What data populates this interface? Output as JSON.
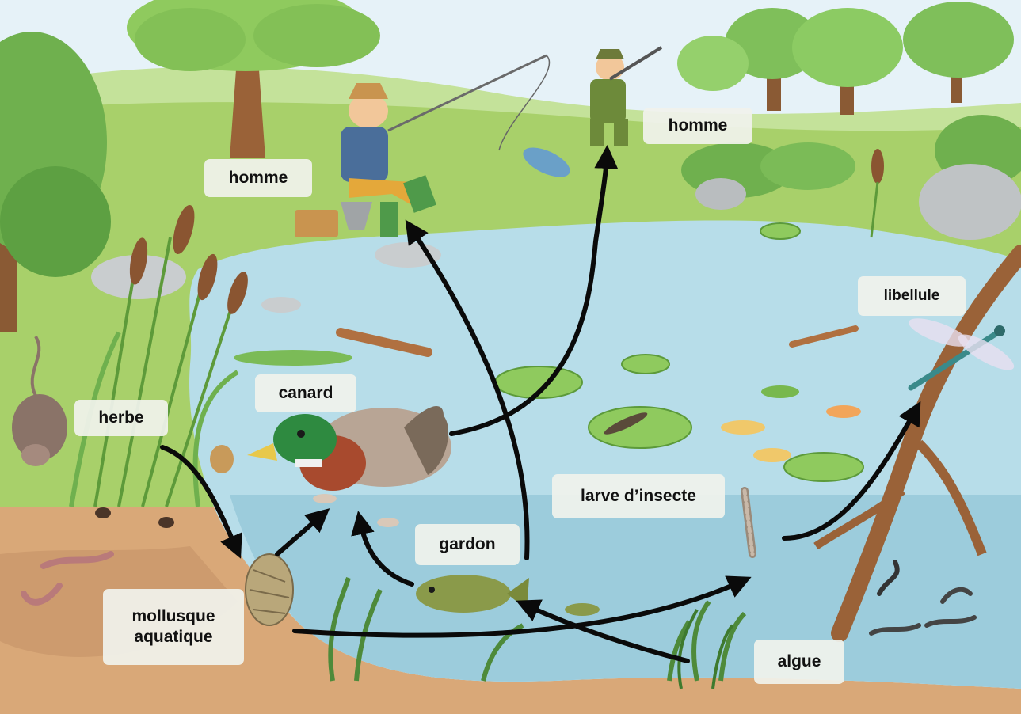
{
  "labels": {
    "homme_left": "homme",
    "homme_right": "homme",
    "libellule": "libellule",
    "canard": "canard",
    "herbe": "herbe",
    "larve": "larve d’insecte",
    "gardon": "gardon",
    "mollusque": "mollusque\naquatique",
    "algue": "algue"
  },
  "food_chain_links": [
    {
      "from": "herbe",
      "to": "mollusque aquatique"
    },
    {
      "from": "mollusque aquatique",
      "to": "canard"
    },
    {
      "from": "mollusque aquatique",
      "to": "larve d’insecte"
    },
    {
      "from": "gardon",
      "to": "canard"
    },
    {
      "from": "gardon",
      "to": "homme"
    },
    {
      "from": "canard",
      "to": "homme"
    },
    {
      "from": "algue",
      "to": "gardon"
    },
    {
      "from": "larve d’insecte",
      "to": "libellule"
    }
  ],
  "colors": {
    "sky": "#e3f0f7",
    "grass": "#a8d06a",
    "water": "#a9d6e4",
    "soil": "#d7a775",
    "arrow": "#0a0a0a"
  }
}
